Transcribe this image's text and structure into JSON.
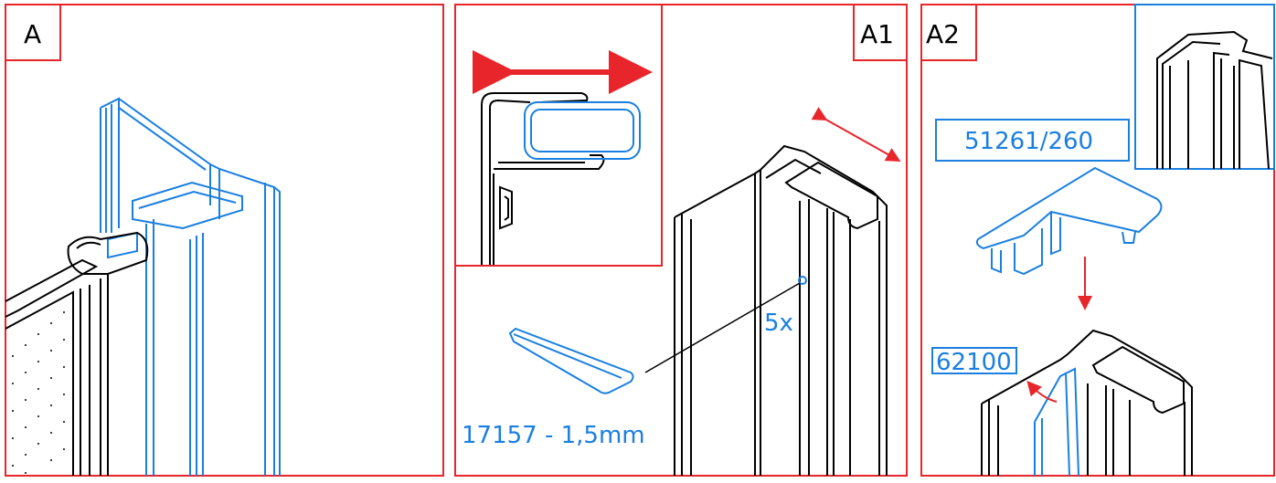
{
  "panels": [
    {
      "id": "A",
      "label": "A"
    },
    {
      "id": "A1",
      "label": "A1"
    },
    {
      "id": "A2",
      "label": "A2"
    }
  ],
  "annotations": {
    "hex_key_code": "17157 - 1,5mm",
    "quantity": "5x",
    "end_cap_code": "51261/260",
    "seal_code": "62100"
  },
  "colors": {
    "frame": "#e8252a",
    "highlight": "#1a7fe0",
    "line": "#000000",
    "arrow": "#e8252a"
  }
}
